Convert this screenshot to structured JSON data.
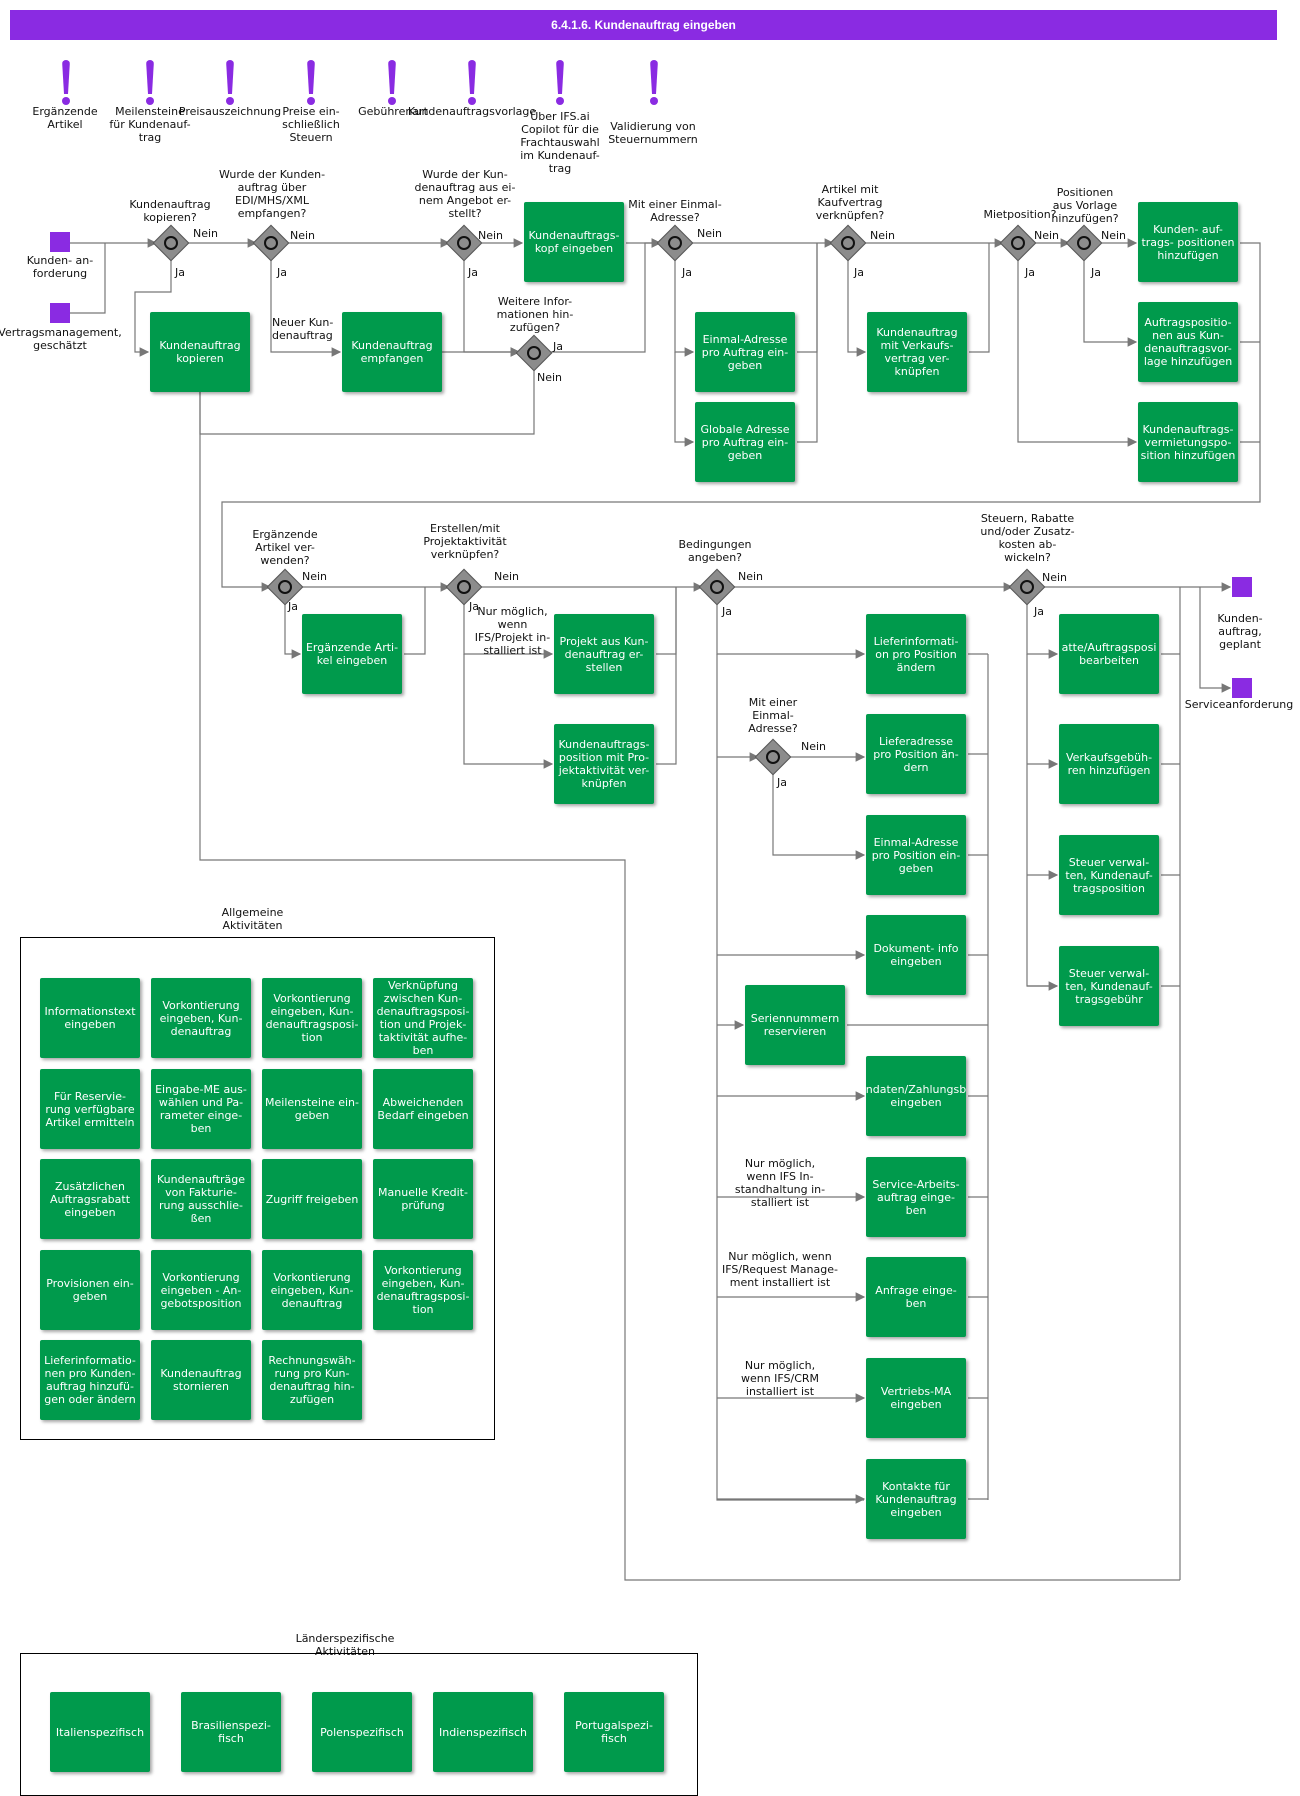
{
  "title": "6.4.1.6. Kundenauftrag eingeben",
  "colors": {
    "title_bg": "#8a2be2",
    "activity": "#009a4c",
    "event": "#8a2be2",
    "gateway": "#8c8c8c",
    "line": "#777777"
  },
  "notes": [
    {
      "id": "n1",
      "icon": "exclamation-icon",
      "text": "Ergänzende\nArtikel"
    },
    {
      "id": "n2",
      "icon": "exclamation-icon",
      "text": "Meilensteine\nfür Kundenauf-\ntrag"
    },
    {
      "id": "n3",
      "icon": "exclamation-icon",
      "text": "Preisauszeichnung"
    },
    {
      "id": "n4",
      "icon": "exclamation-icon",
      "text": "Preise ein-\nschließlich\nSteuern"
    },
    {
      "id": "n5",
      "icon": "exclamation-icon",
      "text": "Gebührenart"
    },
    {
      "id": "n6",
      "icon": "exclamation-icon",
      "text": "Kundenauftragsvorlage"
    },
    {
      "id": "n7",
      "icon": "exclamation-icon",
      "text": "Über IFS.ai\nCopilot für die\nFrachtauswahl\nim Kundenauf-\ntrag"
    },
    {
      "id": "n8",
      "icon": "exclamation-icon",
      "text": "Validierung von\nSteuernummern"
    }
  ],
  "events": [
    {
      "id": "e_start1",
      "text": "Kunden- an-\nforderung"
    },
    {
      "id": "e_start2",
      "text": "Vertragsmanagement,\ngeschätzt"
    },
    {
      "id": "e_end1",
      "text": "Kunden-\nauftrag,\ngeplant"
    },
    {
      "id": "e_end2",
      "text": "Serviceanforderung"
    }
  ],
  "gateways": [
    {
      "id": "g1",
      "question": "Kundenauftrag\nkopieren?"
    },
    {
      "id": "g2",
      "question": "Wurde der Kunden-\nauftrag über\nEDI/MHS/XML\nempfangen?"
    },
    {
      "id": "g3",
      "question": "Wurde der Kun-\ndenauftrag aus ei-\nnem Angebot er-\nstellt?"
    },
    {
      "id": "g4",
      "question": "Weitere Infor-\nmationen hin-\nzufügen?"
    },
    {
      "id": "g5",
      "question": "Mit einer Einmal-\nAdresse?"
    },
    {
      "id": "g6",
      "question": "Artikel mit\nKaufvertrag\nverknüpfen?"
    },
    {
      "id": "g7",
      "question": "Mietposition?"
    },
    {
      "id": "g8",
      "question": "Positionen\naus Vorlage\nhinzufügen?"
    },
    {
      "id": "g9",
      "question": "Ergänzende\nArtikel ver-\nwenden?"
    },
    {
      "id": "g10",
      "question": "Erstellen/mit\nProjektaktivität\nverknüpfen?"
    },
    {
      "id": "g11",
      "question": "Bedingungen\nangeben?"
    },
    {
      "id": "g12",
      "question": "Mit einer\nEinmal-\nAdresse?"
    },
    {
      "id": "g13",
      "question": "Steuern, Rabatte\nund/oder Zusatz-\nkosten ab-\nwickeln?"
    }
  ],
  "flow_labels": {
    "yes": "Ja",
    "no": "Nein",
    "new_order": "Neuer Kun-\ndenauftrag"
  },
  "conditions": [
    "Nur möglich,\nwenn\nIFS/Projekt in-\nstalliert ist",
    "Nur möglich,\nwenn IFS In-\nstandhaltung in-\nstalliert ist",
    "Nur möglich, wenn\nIFS/Request Manage-\nment installiert ist",
    "Nur möglich,\nwenn IFS/CRM\ninstalliert ist"
  ],
  "activities": {
    "a_copy": "Kundenauftrag\nkopieren",
    "a_received": "Kundenauftrag\nempfangen",
    "a_head": "Kundenauftrags-\nkopf eingeben",
    "a_oneaddr": "Einmal-Adresse\npro Auftrag ein-\ngeben",
    "a_globaddr": "Globale Adresse\npro Auftrag ein-\ngeben",
    "a_purch": "Kundenauftrag\nmit Verkaufs-\nvertrag ver-\nknüpfen",
    "a_lines": "Kunden- auf-\ntrags- positionen\nhinzufügen",
    "a_template": "Auftragspositio-\nnen aus Kun-\ndenauftragsvor-\nlage hinzufügen",
    "a_rental": "Kundenauftrags-\nvermietungspo-\nsition hinzufügen",
    "a_supp": "Ergänzende Arti-\nkel eingeben",
    "a_proj": "Projekt aus Kun-\ndenauftrag er-\nstellen",
    "a_projlink": "Kundenauftrags-\nposition mit Pro-\njektaktivität ver-\nknüpfen",
    "a_delinfo": "Lieferinformati-\non pro Position\nändern",
    "a_deladdr": "Lieferadresse\npro Position än-\ndern",
    "a_onceline": "Einmal-Adresse\npro Position ein-\ngeben",
    "a_docinfo": "Dokument- info\neingeben",
    "a_serial": "Seriennummern\nreservieren",
    "a_payment": "ndaten/Zahlungsb\neingeben",
    "a_service": "Service-Arbeits-\nauftrag einge-\nben",
    "a_request": "Anfrage einge-\nben",
    "a_salesrep": "Vertriebs-MA\neingeben",
    "a_contacts": "Kontakte für\nKundenauftrag\neingeben",
    "a_discount": "atte/Auftragsposi\nbearbeiten",
    "a_salesfee": "Verkaufsgebüh-\nren hinzufügen",
    "a_taxline": "Steuer verwal-\nten, Kundenauf-\ntragsposition",
    "a_taxfee": "Steuer verwal-\nten, Kundenauf-\ntragsgebühr"
  },
  "general": {
    "title": "Allgemeine\nAktivitäten",
    "items": [
      "Informationstext\neingeben",
      "Vorkontierung\neingeben, Kun-\ndenauftrag",
      "Vorkontierung\neingeben, Kun-\ndenauftragsposi-\ntion",
      "Verknüpfung\nzwischen Kun-\ndenauftragsposi-\ntion und Projek-\ntaktivität aufhe-\nben",
      "Für Reservie-\nrung verfügbare\nArtikel ermitteln",
      "Eingabe-ME aus-\nwählen und Pa-\nrameter einge-\nben",
      "Meilensteine ein-\ngeben",
      "Abweichenden\nBedarf eingeben",
      "Zusätzlichen\nAuftragsrabatt\neingeben",
      "Kundenaufträge\nvon Fakturie-\nrung ausschlie-\nßen",
      "Zugriff freigeben",
      "Manuelle Kredit-\nprüfung",
      "Provisionen ein-\ngeben",
      "Vorkontierung\neingeben - An-\ngebotsposition",
      "Vorkontierung\neingeben, Kun-\ndenauftrag",
      "Vorkontierung\neingeben, Kun-\ndenauftragsposi-\ntion",
      "Lieferinformatio-\nnen pro Kunden-\nauftrag hinzufü-\ngen oder ändern",
      "Kundenauftrag\nstornieren",
      "Rechnungswäh-\nrung pro Kun-\ndenauftrag hin-\nzufügen"
    ]
  },
  "country": {
    "title": "Länderspezifische\nAktivitäten",
    "items": [
      "Italienspezifisch",
      "Brasilienspezi-\nfisch",
      "Polenspezifisch",
      "Indienspezifisch",
      "Portugalspezi-\nfisch"
    ]
  }
}
